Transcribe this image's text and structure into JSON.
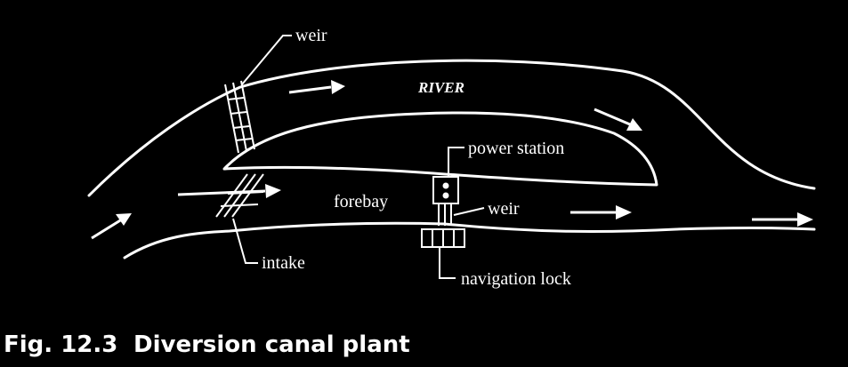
{
  "labels": {
    "weir_top": "weir",
    "river": "RIVER",
    "power_station": "power station",
    "forebay": "forebay",
    "weir_lower": "weir",
    "intake": "intake",
    "navigation_lock": "navigation lock"
  },
  "caption": {
    "number": "Fig. 12.3",
    "title": "Diversion canal plant"
  },
  "colors": {
    "background": "#000000",
    "foreground": "#ffffff"
  }
}
